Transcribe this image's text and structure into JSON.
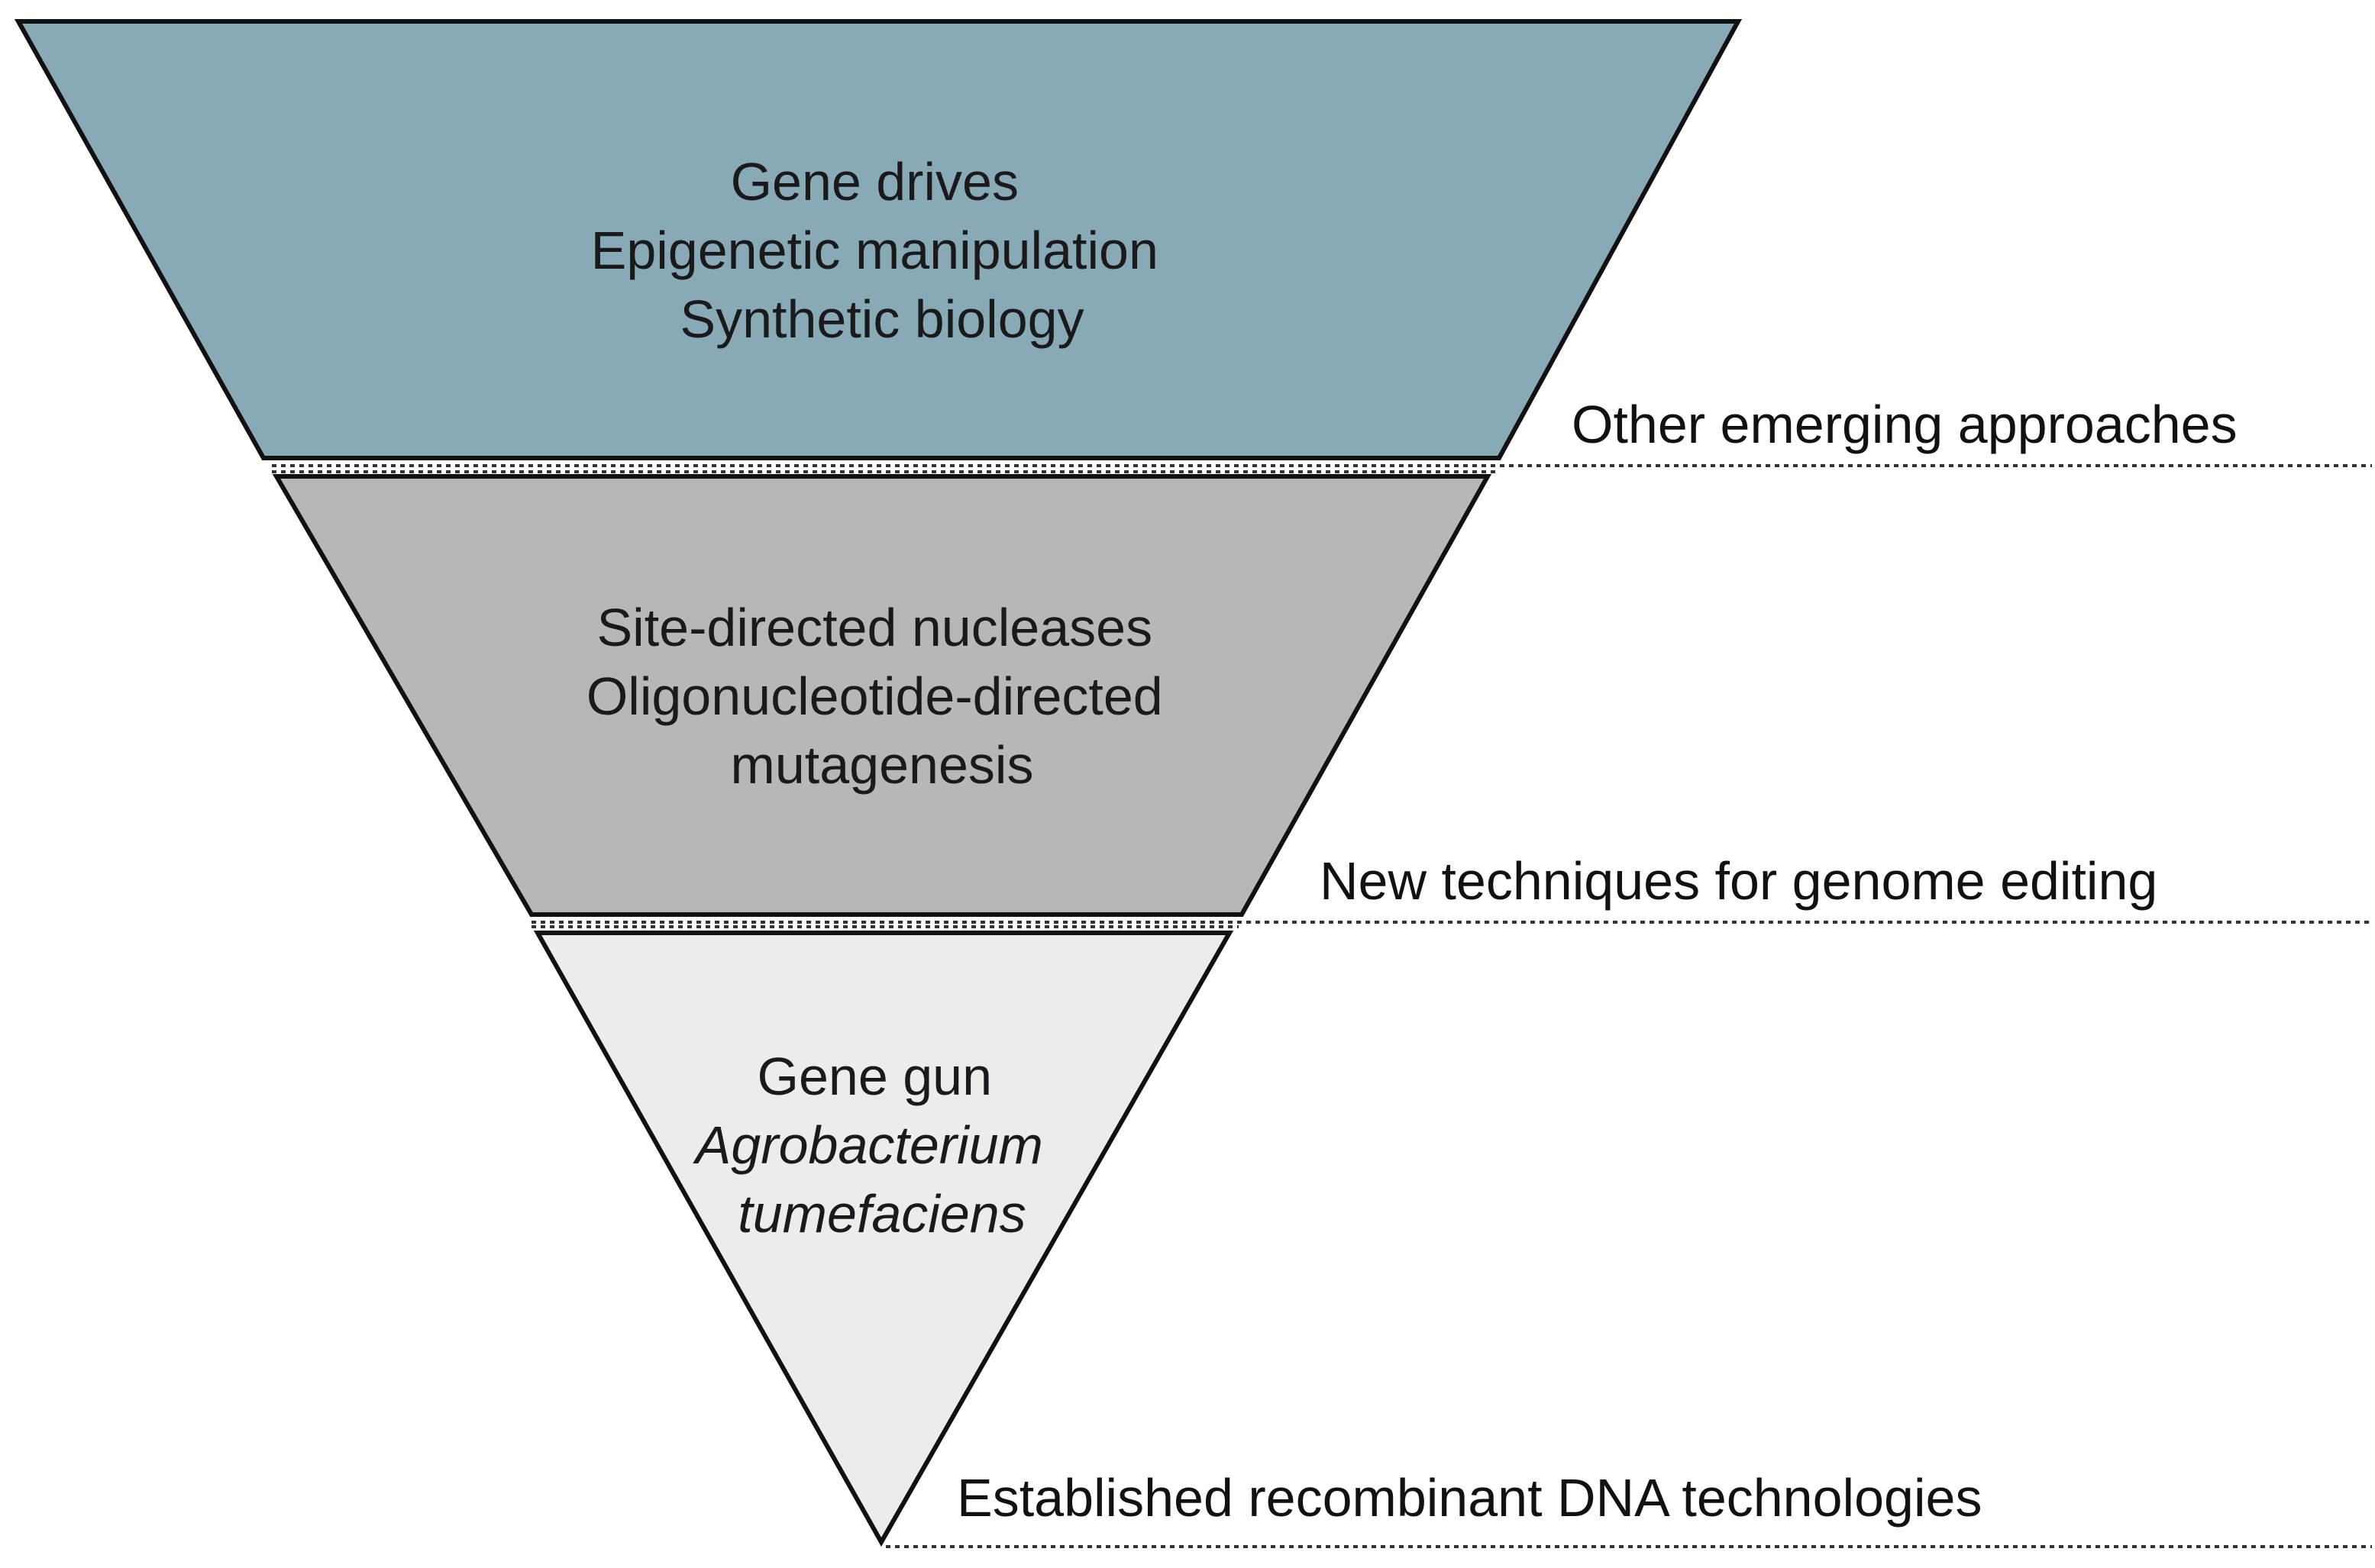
{
  "tiers": [
    {
      "lines": [
        "Gene drives",
        "Epigenetic manipulation",
        "Synthetic biology"
      ],
      "italic": [
        false,
        false,
        false
      ],
      "label": "Other emerging approaches",
      "fill": "#88aab6"
    },
    {
      "lines": [
        "Site-directed nucleases",
        "Oligonucleotide-directed",
        "mutagenesis"
      ],
      "italic": [
        false,
        false,
        false
      ],
      "label": "New techniques for genome editing",
      "fill": "#b8b6b7"
    },
    {
      "lines": [
        "Gene gun",
        "Agrobacterium",
        "tumefaciens"
      ],
      "italic": [
        false,
        true,
        true
      ],
      "label": "Established recombinant DNA technologies",
      "fill": "#edece9"
    }
  ]
}
